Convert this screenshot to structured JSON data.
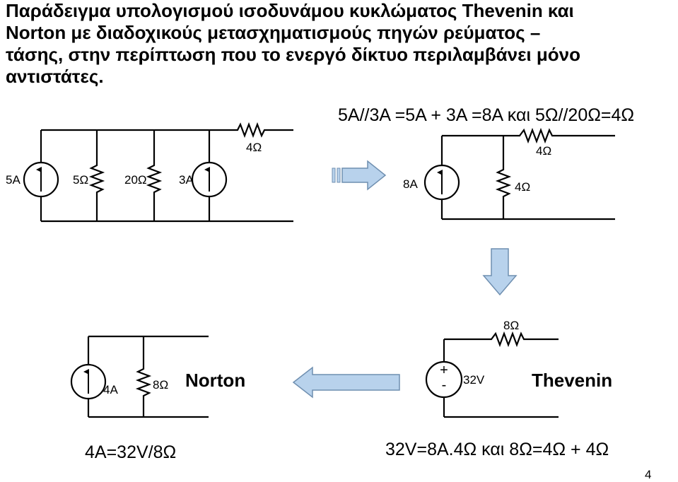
{
  "title_lines": [
    "Παράδειγμα υπολογισμού ισοδυνάμου κυκλώματος Thevenin και",
    "Norton με διαδοχικούς μετασχηματισμούς πηγών ρεύματος –",
    "τάσης, στην περίπτωση που το ενεργό δίκτυο περιλαμβάνει μόνο",
    "αντιστάτες."
  ],
  "equations": {
    "parallel": "5A//3A =5A + 3A =8A και 5Ω//20Ω=4Ω",
    "norton_current": "4A=32V/8Ω",
    "thevenin_voltage": "32V=8A.4Ω και 8Ω=4Ω + 4Ω"
  },
  "circuit1": {
    "source_left": "5A",
    "r1": "5Ω",
    "r2": "20Ω",
    "source_right": "3A",
    "r_series": "4Ω"
  },
  "circuit2": {
    "source": "8A",
    "r_shunt": "4Ω",
    "r_series": "4Ω"
  },
  "circuit3": {
    "source_plus": "+",
    "source_minus": "-",
    "voltage": "32V",
    "r_series": "8Ω",
    "label": "Thevenin"
  },
  "circuit4": {
    "source": "4A",
    "r_shunt": "8Ω",
    "label": "Norton"
  },
  "colors": {
    "arrow_fill": "#b8d2ec",
    "arrow_stroke": "#6f8fb0",
    "wire": "#000000"
  },
  "page_number": "4"
}
